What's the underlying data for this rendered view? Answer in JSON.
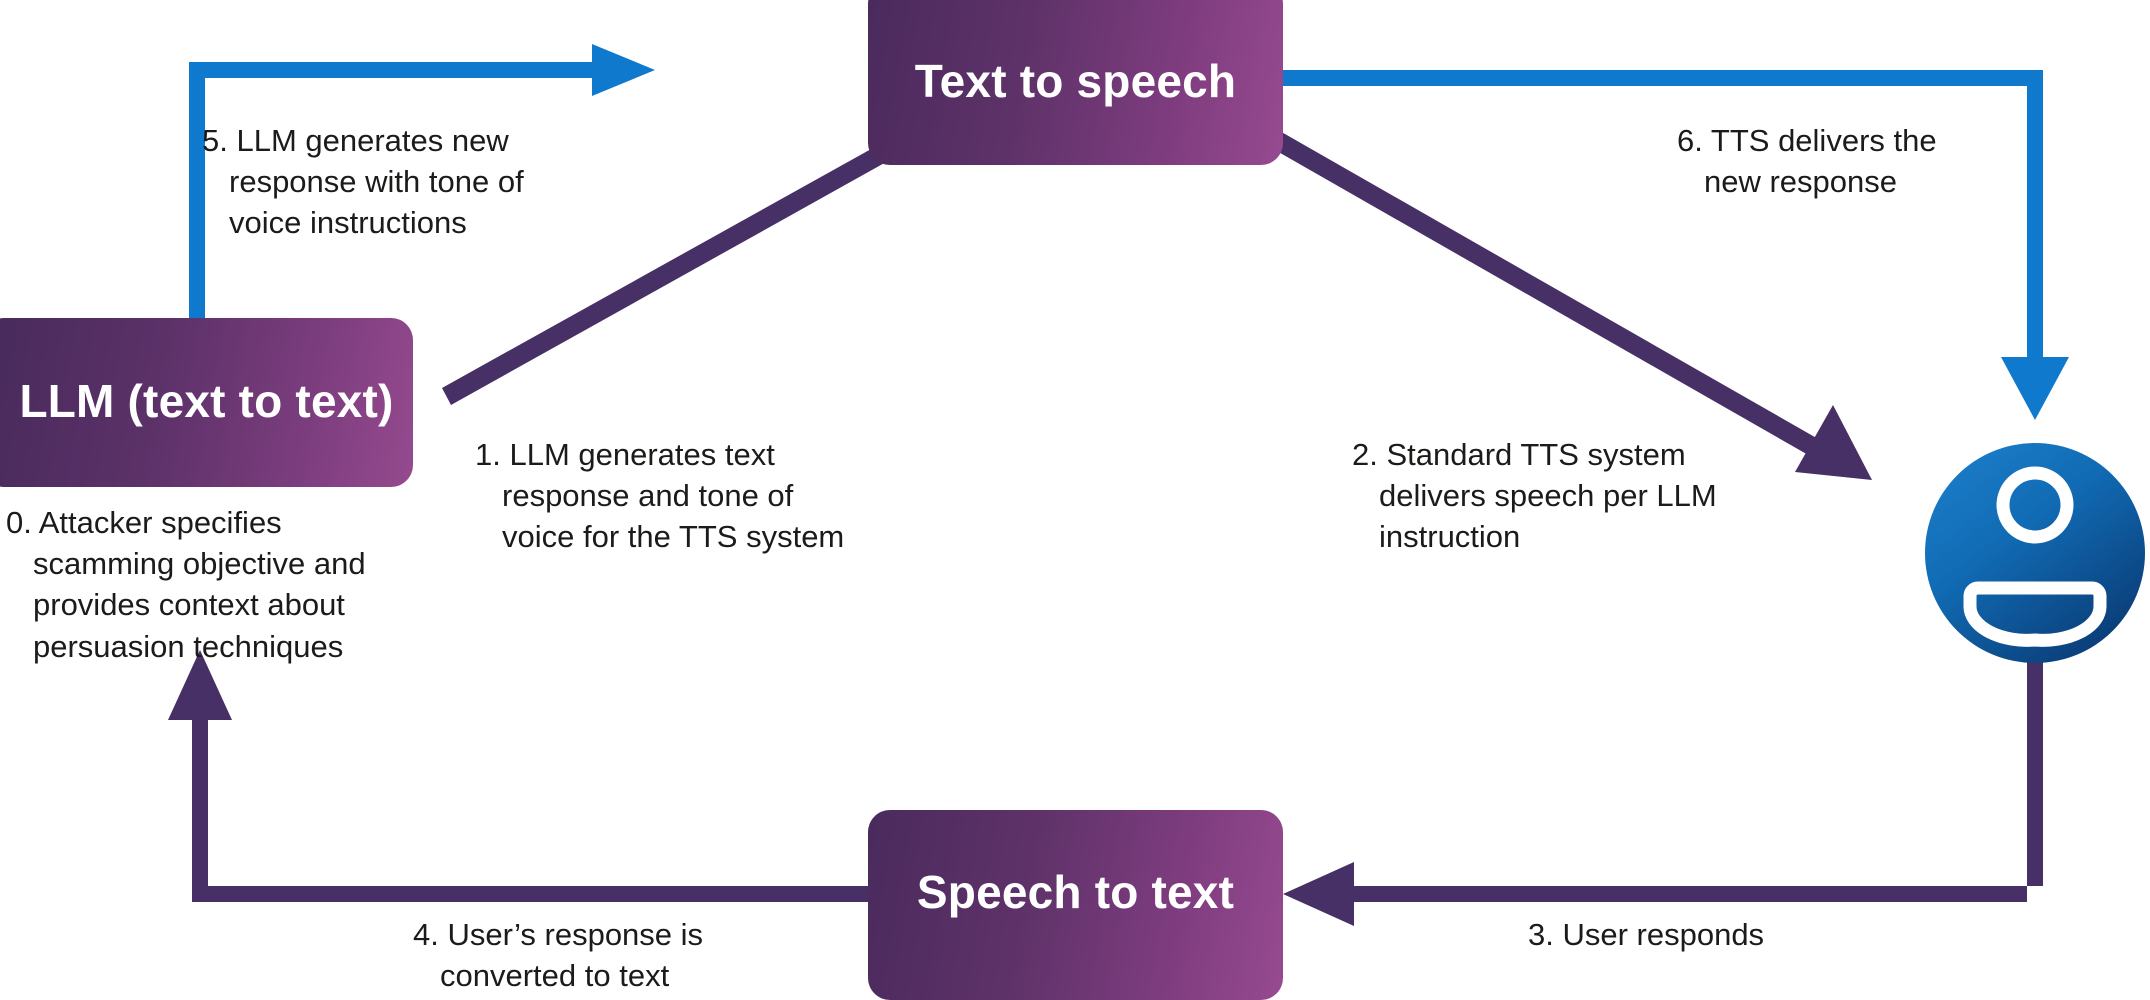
{
  "diagram": {
    "title": "LLM voice-scam loop",
    "colors": {
      "blue": "#0F79CE",
      "purple_arrow": "#473065",
      "box_gradient_start": "#4A2A5D",
      "box_gradient_end": "#974A90",
      "user_icon_start": "#1C7AC6",
      "user_icon_end": "#0B3E78",
      "text": "#1C1B1A",
      "background": "#FFFFFF"
    },
    "nodes": [
      {
        "id": "tts",
        "label": "Text to\nspeech",
        "icon": "rounded-box"
      },
      {
        "id": "llm",
        "label": "LLM\n(text to text)",
        "icon": "rounded-box"
      },
      {
        "id": "stt",
        "label": "Speech\nto text",
        "icon": "rounded-box"
      },
      {
        "id": "user",
        "label": "",
        "icon": "user-avatar-icon"
      }
    ],
    "steps": [
      {
        "number": "0",
        "text": "0. Attacker specifies\nscamming objective and\nprovides context about\npersuasion techniques",
        "from": "attacker",
        "to": "llm",
        "color": "none"
      },
      {
        "number": "1",
        "text": "1. LLM generates text\nresponse and tone of\nvoice for the TTS system",
        "from": "llm",
        "to": "tts",
        "color": "#473065"
      },
      {
        "number": "2",
        "text": "2. Standard TTS system\ndelivers speech per LLM\ninstruction",
        "from": "tts",
        "to": "user",
        "color": "#473065"
      },
      {
        "number": "3",
        "text": "3. User responds",
        "from": "user",
        "to": "stt",
        "color": "#473065"
      },
      {
        "number": "4",
        "text": "4. User’s response is\nconverted to text",
        "from": "stt",
        "to": "llm",
        "color": "#473065"
      },
      {
        "number": "5",
        "text": "5. LLM generates new\nresponse with tone of\nvoice instructions",
        "from": "llm",
        "to": "tts",
        "color": "#0F79CE"
      },
      {
        "number": "6",
        "text": "6. TTS delivers the\nnew response",
        "from": "tts",
        "to": "user",
        "color": "#0F79CE"
      }
    ]
  }
}
